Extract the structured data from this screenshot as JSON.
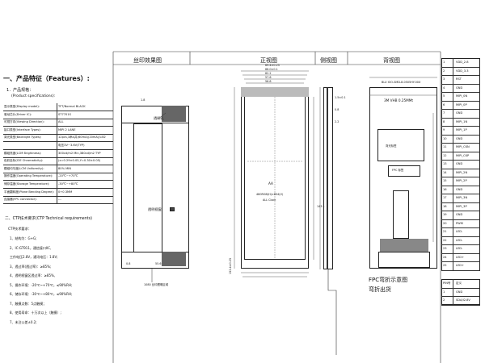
{
  "views": {
    "silk": "丝印效果图",
    "front": "正视图",
    "side": "侧视图",
    "back": "背视图"
  },
  "features": {
    "title": "一、产品特征（Features）:",
    "subtitle": "1．产品规格：",
    "subtitle_en": "(Product specifications):",
    "rows": [
      {
        "k": "显示类型(Display model):",
        "v": "TFT/Normal BLACK"
      },
      {
        "k": "驱动芯片(Driver IC):",
        "v": "ST7701S"
      },
      {
        "k": "可视方向(Viewing Direction):",
        "v": "ALL"
      },
      {
        "k": "接口类型(Interface Types):",
        "v": "MIPI 2 LANE"
      },
      {
        "k": "背光类型(Backlight Types):",
        "v": "12pcs,3串4并(60mA)(20mA)/LED"
      },
      {
        "k": "",
        "v": "电压3V~3.6V(TYP)"
      },
      {
        "k": "模组亮度(LCM Brightness):",
        "v": "300cd/m2 Min,380cd/m2  TYP"
      },
      {
        "k": "色彩坐标(CIE Chromaticity):",
        "v": "(x=0.29±0.05,Y=0.30±0.05)"
      },
      {
        "k": "模组均匀度(LCM Uniformity):",
        "v": "80% MIN"
      },
      {
        "k": "操作温度(Operating Temperature):",
        "v": "-20℃~+70℃"
      },
      {
        "k": "储存温度(Storage Temperature):",
        "v": "-30℃~+80℃"
      },
      {
        "k": "平面翻转度(Plane Bending Degree):",
        "v": "0+0.3MM"
      },
      {
        "k": "连接器(FPC connector):",
        "v": "---"
      }
    ]
  },
  "requirements": {
    "title": "二、CTP技术要求(CTP Technical requirements)",
    "sub": "CTP技术要求：",
    "items": [
      "1、结构为：G+G;",
      "2、IC:GT911，通信接口IIC,",
      "   工作电压2.8V，通讯电压：1.8V;",
      "3、透过率(透过率)：≥85%;",
      "4、透明视窗区透过率：≥85%,",
      "5、操作环境：-20℃~+70℃，≤90%RH;",
      "6、储存环境：-30℃~+80℃，≤90%RH;",
      "7、触摸点数：5点触摸；",
      "8、使用寿命：十万次以上（触摸）;",
      "7、未注公差±0.2;"
    ]
  },
  "silk_labels": {
    "window": "透明视窗",
    "hole": "透明孔",
    "bottom": "1080 丝印透明区域",
    "top_dim": "1.8",
    "h1": "0.8",
    "h2": "55.6"
  },
  "front_labels": {
    "aa": "AA",
    "res": "480RGB(H)×854(V)",
    "order": "ALL Clock",
    "dims_top": [
      "69.4±0.25",
      "66.0±0.1",
      "62.2",
      "57.6",
      "56.8"
    ],
    "dim_left": "152.4±0.25",
    "dim_right": "143.1"
  },
  "side_labels": {
    "d1": "1.5±0.1",
    "d2": "0.8",
    "d3": "2.2"
  },
  "back_labels": {
    "top_note": "BLU IOO-SMD-8-0505HY-00X",
    "tape": "3M VHB  0.25MMt",
    "label1": "FPC 标签",
    "label2": "背光标签",
    "fpc1": "FPC弯折示意图",
    "fpc2": "弯折出货"
  },
  "pins": {
    "rows": [
      {
        "n": "1",
        "s": "VDD_2.8"
      },
      {
        "n": "2",
        "s": "VDD_3.3"
      },
      {
        "n": "3",
        "s": "RST"
      },
      {
        "n": "4",
        "s": "GND"
      },
      {
        "n": "5",
        "s": "MIPI_0N"
      },
      {
        "n": "6",
        "s": "MIPI_0P"
      },
      {
        "n": "7",
        "s": "GND"
      },
      {
        "n": "8",
        "s": "MIPI_1N"
      },
      {
        "n": "9",
        "s": "MIPI_1P"
      },
      {
        "n": "10",
        "s": "GND"
      },
      {
        "n": "11",
        "s": "MIPI_CKN"
      },
      {
        "n": "12",
        "s": "MIPI_CKP"
      },
      {
        "n": "13",
        "s": "GND"
      },
      {
        "n": "14",
        "s": "MIPI_2N"
      },
      {
        "n": "15",
        "s": "MIPI_2P"
      },
      {
        "n": "16",
        "s": "GND"
      },
      {
        "n": "17",
        "s": "MIPI_3N"
      },
      {
        "n": "18",
        "s": "MIPI_3P"
      },
      {
        "n": "19",
        "s": "GND"
      },
      {
        "n": "20",
        "s": "PWM"
      },
      {
        "n": "21",
        "s": "LED-"
      },
      {
        "n": "22",
        "s": "LED-"
      },
      {
        "n": "23",
        "s": "LED-"
      },
      {
        "n": "24",
        "s": "LED+"
      },
      {
        "n": "25",
        "s": "LED+"
      }
    ],
    "fpc_header": {
      "n": "PIN号",
      "s": "定义"
    },
    "fpc_rows": [
      {
        "n": "1",
        "s": "GND"
      },
      {
        "n": "2",
        "s": "SDA/I2.8V"
      }
    ]
  }
}
